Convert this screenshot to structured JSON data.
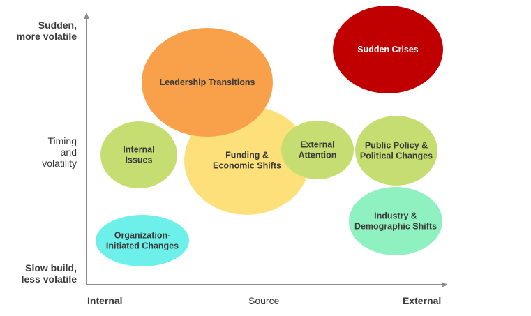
{
  "y_axis": {
    "top_line1": "Sudden,",
    "top_line2": "more volatile",
    "mid_line1": "Timing",
    "mid_line2": "and",
    "mid_line3": "volatility",
    "bottom_line1": "Slow build,",
    "bottom_line2": "less volatile"
  },
  "x_axis": {
    "left": "Internal",
    "mid": "Source",
    "right": "External"
  },
  "colors": {
    "axis": "#8c8c8c",
    "text_dark": "#3a3a3a",
    "text_light": "#ffffff"
  },
  "bubbles": [
    {
      "id": "funding",
      "lines": [
        "Funding &",
        "Economic Shifts"
      ],
      "fill": "#fde07a",
      "text": "#3a3a3a"
    },
    {
      "id": "leadership",
      "lines": [
        "Leadership Transitions"
      ],
      "fill": "#f9a04a",
      "text": "#3a3a3a"
    },
    {
      "id": "internal",
      "lines": [
        "Internal",
        "Issues"
      ],
      "fill": "#c6de71",
      "text": "#3a3a3a"
    },
    {
      "id": "external-attention",
      "lines": [
        "External",
        "Attention"
      ],
      "fill": "#c6de71",
      "text": "#3a3a3a"
    },
    {
      "id": "public-policy",
      "lines": [
        "Public Policy &",
        "Political Changes"
      ],
      "fill": "#c6de71",
      "text": "#3a3a3a"
    },
    {
      "id": "sudden-crises",
      "lines": [
        "Sudden Crises"
      ],
      "fill": "#c00000",
      "text": "#ffffff"
    },
    {
      "id": "industry",
      "lines": [
        "Industry &",
        "Demographic Shifts"
      ],
      "fill": "#8ff0c0",
      "text": "#3a3a3a"
    },
    {
      "id": "organization",
      "lines": [
        "Organization-",
        "Initiated Changes"
      ],
      "fill": "#6ef0ea",
      "text": "#3a3a3a"
    }
  ]
}
